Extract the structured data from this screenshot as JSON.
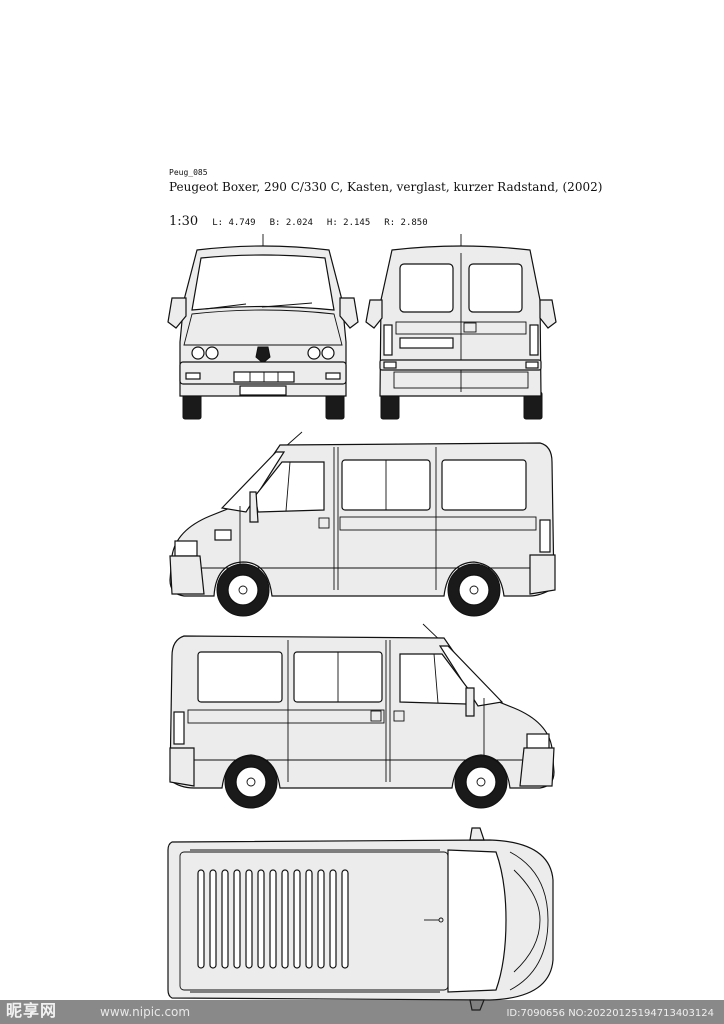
{
  "drawing": {
    "code": "Peug_085",
    "title": "Peugeot Boxer, 290 C/330 C, Kasten, verglast, kurzer Radstand, (2002)",
    "scale": "1:30",
    "dims": {
      "length": "L: 4.749",
      "width": "B: 2.024",
      "height": "H: 2.145",
      "wheelbase": "R: 2.850"
    }
  },
  "watermark": {
    "logo": "昵享网",
    "url": "www.nipic.com",
    "id": "ID:7090656 NO:20220125194713403124"
  }
}
